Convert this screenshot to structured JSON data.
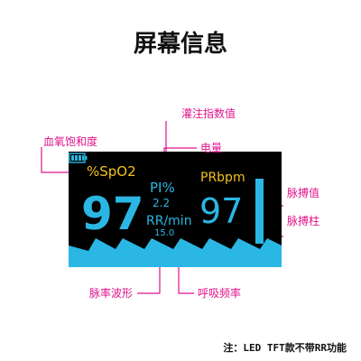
{
  "title": "屏幕信息",
  "screen": {
    "spo2_label": "%SpO2",
    "spo2_value": "97",
    "pi_label": "PI%",
    "pi_value": "2.2",
    "rr_label": "RR/min",
    "rr_value": "15.0",
    "pr_label": "PRbpm",
    "pr_value": "97"
  },
  "callouts": {
    "perfusion_index": "灌注指数值",
    "battery": "电量",
    "spo2": "血氧饱和度",
    "pulse_value": "脉搏值",
    "pulse_bar": "脉搏柱",
    "pulse_wave": "脉率波形",
    "respiration_rate": "呼吸频率"
  },
  "note": "注：LED TFT款不带RR功能",
  "colors": {
    "accent": "#e0138c",
    "screen_bg": "#000000",
    "cyan": "#2bb7e4",
    "yellow": "#f2c21a"
  }
}
